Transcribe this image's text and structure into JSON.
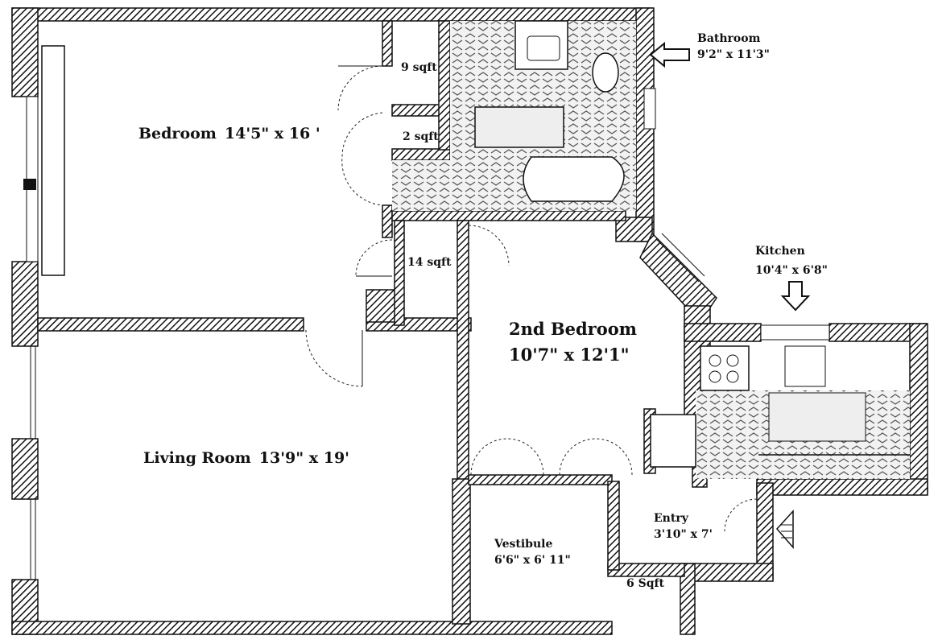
{
  "rooms": {
    "bedroom": {
      "name": "Bedroom",
      "dims": "14'5\" x 16 '"
    },
    "bathroom": {
      "name": "Bathroom",
      "dims": "9'2\" x 11'3\""
    },
    "second_bedroom": {
      "name": "2nd Bedroom",
      "dims": "10'7\" x 12'1\""
    },
    "kitchen": {
      "name": "Kitchen",
      "dims": "10'4\" x 6'8\""
    },
    "living_room": {
      "name": "Living Room",
      "dims": "13'9\" x 19'"
    },
    "vestibule": {
      "name": "Vestibule",
      "dims": "6'6\" x 6' 11\""
    },
    "entry": {
      "name": "Entry",
      "dims": "3'10\" x 7'"
    }
  },
  "closets": {
    "c9": "9 sqft",
    "c2": "2 sqft",
    "c14": "14 sqft",
    "c6": "6 Sqft"
  },
  "icons": {
    "bathroom_arrow": "arrow-left-icon",
    "kitchen_arrow": "arrow-down-icon",
    "north_marker": "compass-icon"
  }
}
